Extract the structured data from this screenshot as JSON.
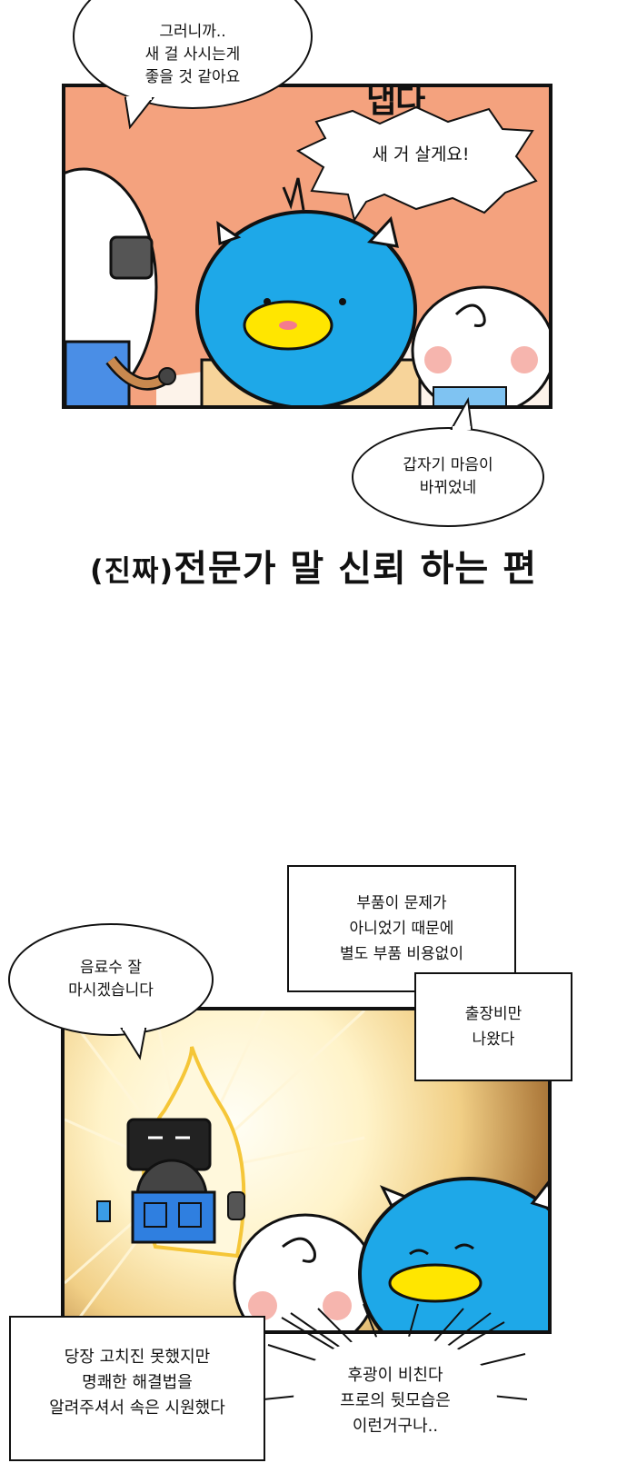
{
  "panel1": {
    "speech_top": "그러니까..\n새 걸 사시는게\n좋을 것 같아요",
    "sfx": "냅다",
    "shout": "새 거 살게요!",
    "speech_bottom": "갑자기 마음이\n바뀌었네"
  },
  "episode_title": {
    "prefix": "(진짜)",
    "main": "전문가 말 신뢰 하는 편"
  },
  "panel2": {
    "speech_left": "음료수 잘\n마시겠습니다",
    "narration_top": "부품이 문제가\n아니었기 때문에\n별도 부품 비용없이",
    "narration_right": "출장비만\n나왔다",
    "narration_bottom_left": "당장 고치진 못했지만\n명쾌한 해결법을\n알려주셔서 속은 시원했다",
    "thought_bottom_right": "후광이 비친다\n프로의 뒷모습은\n이런거구나.."
  },
  "colors": {
    "panel1_bg": "#f4a27e",
    "blue_character": "#1ea8e8",
    "beak": "#ffe600",
    "glow": "#ffd766"
  }
}
